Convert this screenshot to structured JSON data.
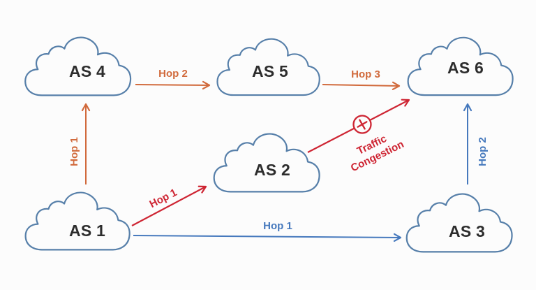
{
  "diagram": {
    "nodes": [
      {
        "id": "as4",
        "label": "AS 4"
      },
      {
        "id": "as5",
        "label": "AS 5"
      },
      {
        "id": "as6",
        "label": "AS 6"
      },
      {
        "id": "as2",
        "label": "AS 2"
      },
      {
        "id": "as1",
        "label": "AS 1"
      },
      {
        "id": "as3",
        "label": "AS 3"
      }
    ],
    "paths": {
      "primary_orange": {
        "color": "#d16a3c",
        "hops": [
          {
            "from": "AS 1",
            "to": "AS 4",
            "label": "Hop 1"
          },
          {
            "from": "AS 4",
            "to": "AS 5",
            "label": "Hop 2"
          },
          {
            "from": "AS 5",
            "to": "AS 6",
            "label": "Hop 3"
          }
        ]
      },
      "congested_red": {
        "color": "#ce2533",
        "hops": [
          {
            "from": "AS 1",
            "to": "AS 2",
            "label": "Hop 1"
          },
          {
            "from": "AS 2",
            "to": "AS 6",
            "status_lines": [
              "Traffic",
              "Congestion"
            ],
            "status_icon": "x-circle"
          }
        ]
      },
      "alternate_blue": {
        "color": "#4679bd",
        "hops": [
          {
            "from": "AS 1",
            "to": "AS 3",
            "label": "Hop 1"
          },
          {
            "from": "AS 3",
            "to": "AS 6",
            "label": "Hop 2"
          }
        ]
      }
    },
    "colors": {
      "cloud_outline": "#567fa9",
      "node_text": "#2d2d2d",
      "background": "#fcfcfc"
    }
  }
}
